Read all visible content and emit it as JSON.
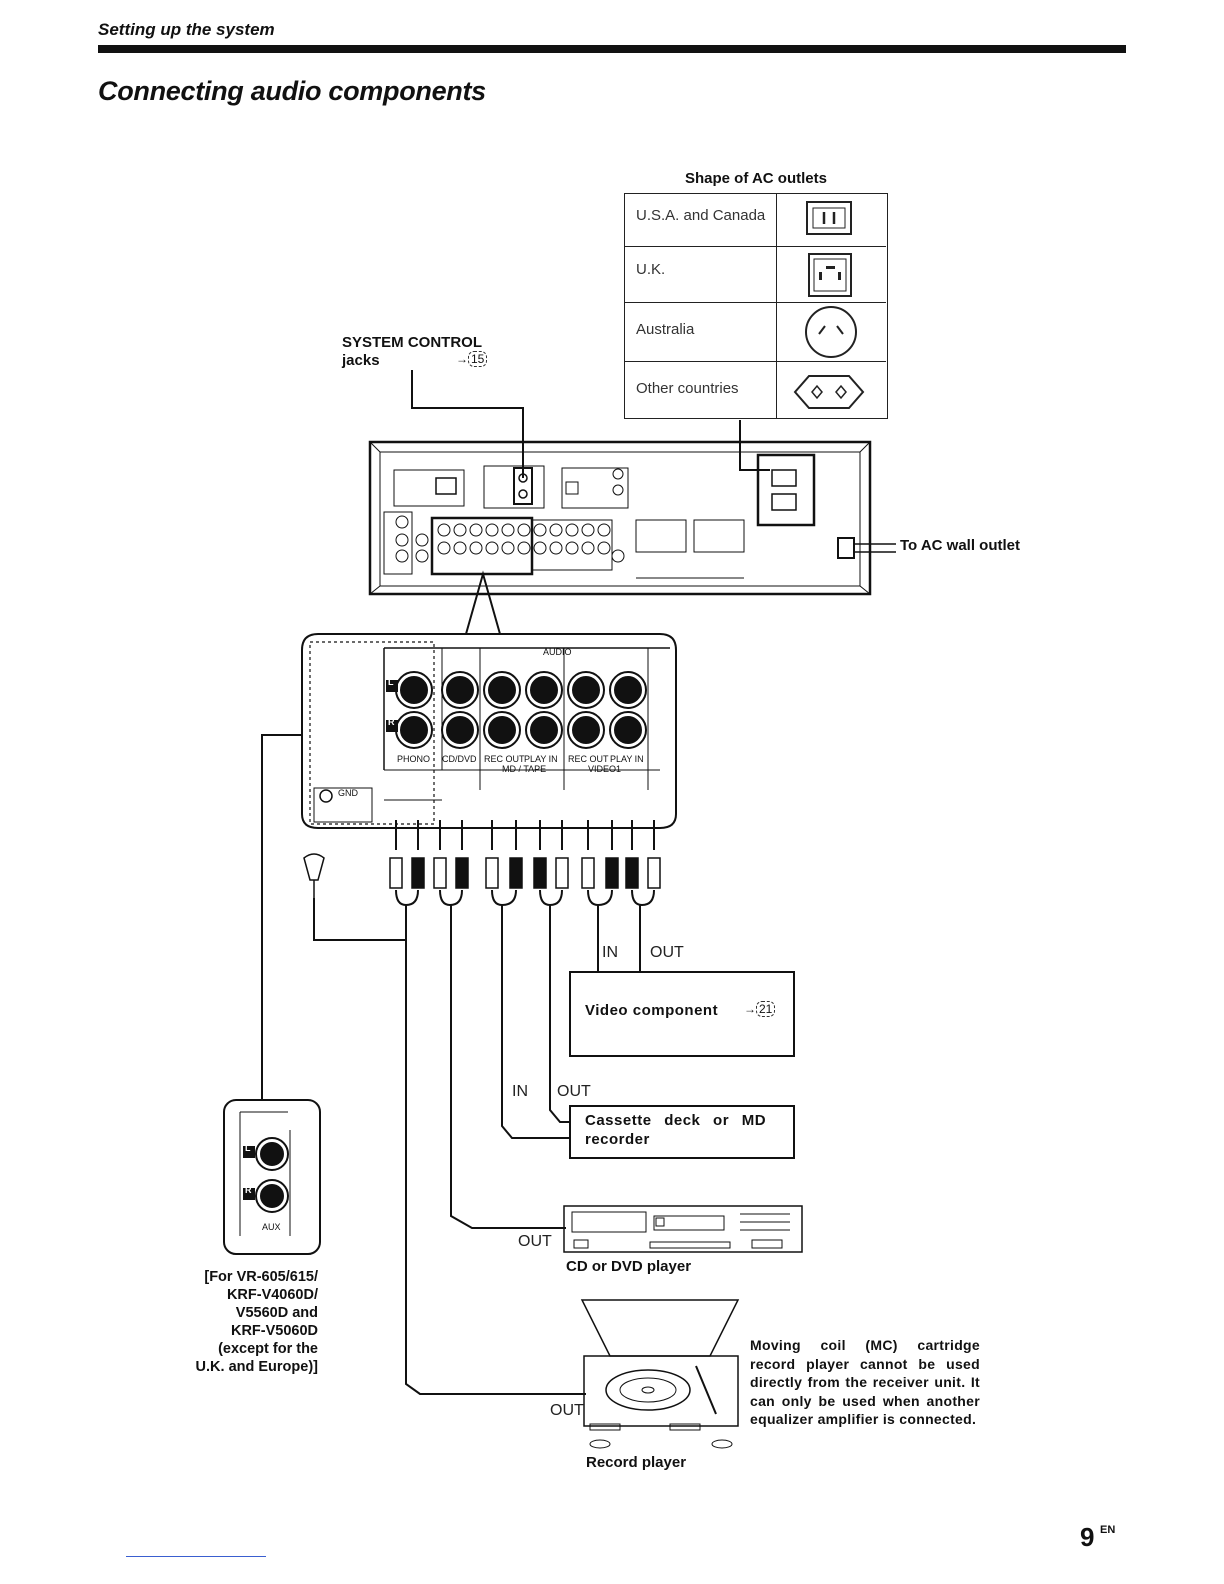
{
  "header": {
    "section": "Setting up the system",
    "title": "Connecting audio components"
  },
  "ac_outlets": {
    "heading": "Shape of AC outlets",
    "rows": [
      {
        "region": "U.S.A. and Canada",
        "icon": "us-outlet-icon"
      },
      {
        "region": "U.K.",
        "icon": "uk-outlet-icon"
      },
      {
        "region": "Australia",
        "icon": "au-outlet-icon"
      },
      {
        "region": "Other countries",
        "icon": "eu-outlet-icon"
      }
    ]
  },
  "system_control": {
    "label": "SYSTEM CONTROL",
    "sub": "jacks",
    "ref": "15"
  },
  "to_ac": "To AC wall outlet",
  "panel": {
    "audio": "AUDIO",
    "gnd": "GND",
    "jacks": [
      "PHONO",
      "CD/DVD",
      "REC OUT",
      "PLAY IN",
      "REC OUT",
      "PLAY IN"
    ],
    "group_md_tape": "MD / TAPE",
    "group_video1": "VIDEO1",
    "l": "L",
    "r": "R"
  },
  "video": {
    "in": "IN",
    "out": "OUT",
    "label": "Video component",
    "ref": "21"
  },
  "cassette": {
    "in": "IN",
    "out": "OUT",
    "label_line1": "Cassette deck or MD",
    "label_line2": "recorder"
  },
  "cd": {
    "out": "OUT",
    "label": "CD or DVD player"
  },
  "record": {
    "out": "OUT",
    "label": "Record player"
  },
  "aux": {
    "label": "AUX",
    "note": [
      "[For VR-605/615/",
      "KRF-V4060D/",
      "V5560D and",
      "KRF-V5060D",
      "(except for the",
      "U.K. and Europe)]"
    ]
  },
  "mc_note": "Moving coil (MC) cartridge record player cannot be used directly from the receiver unit. It can only be used when another equalizer amplifier is connected.",
  "page": {
    "number": "9",
    "suffix": "EN"
  }
}
